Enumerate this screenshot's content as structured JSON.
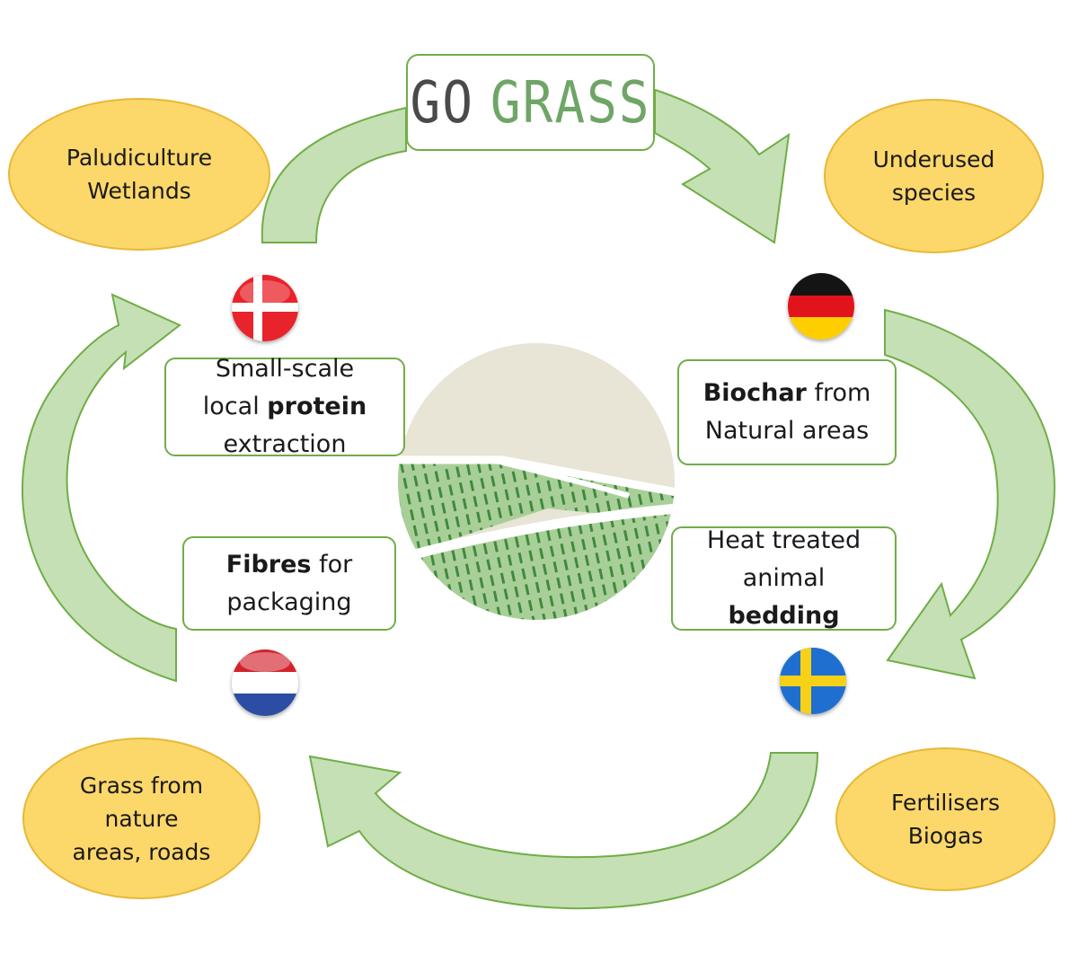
{
  "logo": {
    "word1": "GO",
    "word2": "GRASS"
  },
  "ovals": {
    "top_left": [
      "Paludiculture",
      "Wetlands"
    ],
    "top_right": [
      "Underused",
      "species"
    ],
    "bottom_left": [
      "Grass from",
      "nature",
      "areas, roads"
    ],
    "bottom_right": [
      "Fertilisers",
      "Biogas"
    ]
  },
  "boxes": {
    "protein": {
      "line1": "Small-scale",
      "line2_pre": "local ",
      "line2_bold": "protein",
      "line3": "extraction"
    },
    "biochar": {
      "bold": "Biochar",
      "line1_post": " from",
      "line2": "Natural areas"
    },
    "fibres": {
      "bold": "Fibres",
      "line1_post": " for",
      "line2": "packaging"
    },
    "bedding": {
      "line1": "Heat treated",
      "line2": "animal",
      "bold": "bedding"
    }
  },
  "flags": [
    "denmark-flag",
    "germany-flag",
    "netherlands-flag",
    "sweden-flag"
  ],
  "colors": {
    "arrow_fill": "#c5e0b4",
    "arrow_stroke": "#70ad47",
    "oval_fill": "#fcd76a",
    "box_border": "#70ad47",
    "logo_dark": "#4a4a4a",
    "logo_green": "#6fa567",
    "emblem_sky": "#e8e4d6",
    "emblem_field": "#7fb26f"
  }
}
